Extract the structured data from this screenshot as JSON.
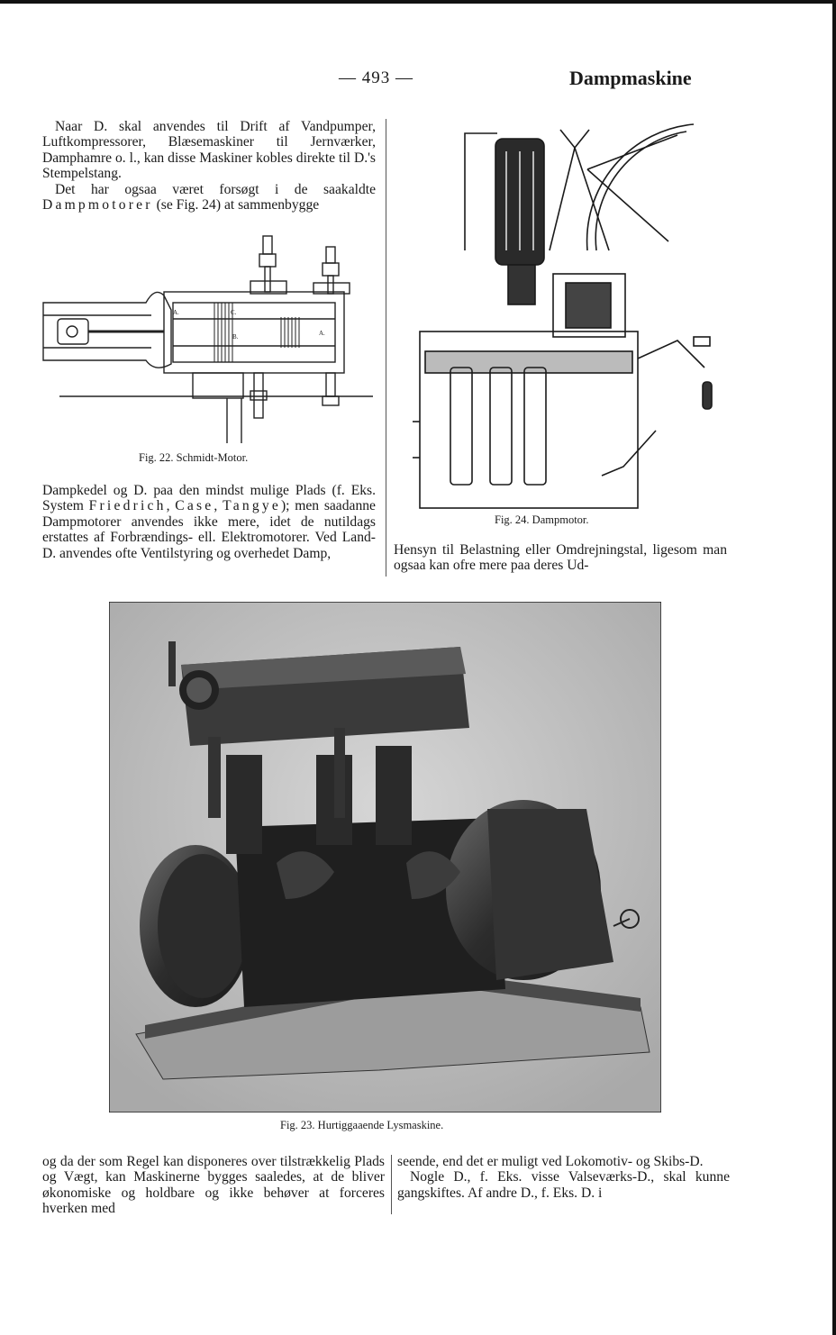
{
  "header": {
    "page_number": "— 493 —",
    "running_head": "Dampmaskine"
  },
  "left_col_top": {
    "p1": "Naar D. skal anvendes til Drift af Vandpumper, Luftkompressorer, Blæsemaskiner til Jernværker, Damphamre o. l., kan disse Maskiner kobles direkte til D.'s Stempelstang.",
    "p2_start": "Det har ogsaa været forsøgt i de saakaldte",
    "p2_spaced": "Dampmotorer",
    "p2_end": "(se Fig. 24) at sammenbygge"
  },
  "fig22": {
    "caption": "Fig. 22.  Schmidt-Motor."
  },
  "left_col_after_fig22": {
    "p_start": "Dampkedel og D. paa den mindst mulige Plads (f. Eks. System",
    "name1": "Friedrich",
    "sep1": ",",
    "name2": "Case",
    "sep2": ",",
    "name3": "Tangye",
    "p_end": "); men saadanne Dampmotorer anvendes ikke mere, idet de nutildags erstattes af Forbrændings- ell. Elektromotorer. Ved Land-D. anvendes ofte Ventilstyring og overhedet Damp,"
  },
  "fig24": {
    "caption": "Fig. 24.  Dampmotor."
  },
  "right_col_top": {
    "text": "Hensyn til Belastning eller Omdrejningstal, ligesom man ogsaa kan ofre mere paa deres Ud-"
  },
  "fig23": {
    "caption": "Fig. 23.  Hurtiggaaende Lysmaskine."
  },
  "left_col_bottom": {
    "text": "og da der som Regel kan disponeres over tilstrækkelig Plads og Vægt, kan Maskinerne bygges saaledes, at de bliver økonomiske og holdbare og ikke behøver at forceres hverken med"
  },
  "right_col_bottom": {
    "p1": "seende, end det er muligt ved Lokomotiv- og Skibs-D.",
    "p2": "Nogle D., f. Eks. visse Valseværks-D., skal kunne gangskiftes. Af andre D., f. Eks. D. i"
  }
}
